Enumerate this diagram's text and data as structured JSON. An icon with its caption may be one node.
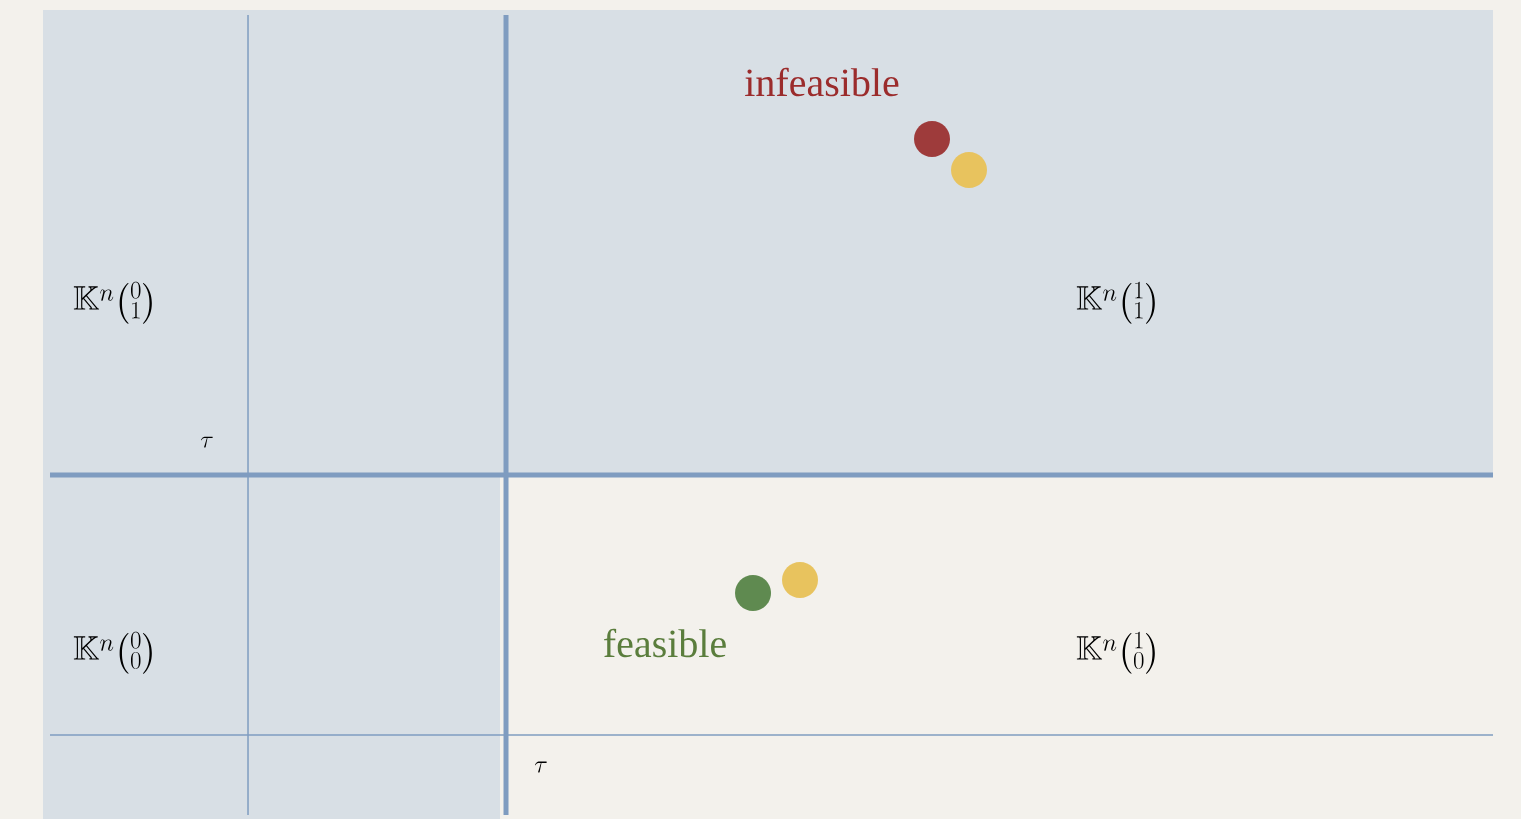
{
  "diagram": {
    "labels": [
      "infeasible",
      "\\mathbb{K}^{n}\\binom{0}{1}",
      "\\mathbb{K}^{n}\\binom{1}{1}",
      "\\tau",
      "feasible",
      "\\mathbb{K}^{n}\\binom{0}{0}",
      "\\mathbb{K}^{n}\\binom{1}{0}",
      "\\tau"
    ]
  }
}
